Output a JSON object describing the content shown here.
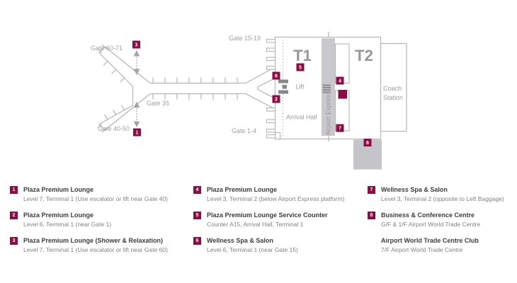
{
  "map": {
    "gates": {
      "gate_60_71": "Gate 60-71",
      "gate_40_50": "Gate 40-50",
      "gate_35": "Gate 35",
      "gate_15_19": "Gate 15-19",
      "gate_1_4": "Gate 1-4"
    },
    "terminals": {
      "t1": "T1",
      "t2": "T2"
    },
    "labels": {
      "lift": "Lift",
      "arrival_hall": "Arrival Hall",
      "airport_express": "Airport Express",
      "coach_line1": "Coach",
      "coach_line2": "Station"
    },
    "markers": {
      "m1": "1",
      "m2": "2",
      "m3": "3",
      "m4": "4",
      "m5": "5",
      "m6": "6",
      "m7": "7",
      "m8": "8"
    }
  },
  "legend": {
    "columns": [
      {
        "items": [
          {
            "num": "1",
            "title": "Plaza Premium Lounge",
            "desc": "Level 7, Terminal 1 (Use escalator or lift near Gate 40)"
          },
          {
            "num": "2",
            "title": "Plaza Premium Lounge",
            "desc": "Level 6, Terminal 1 (near Gate 1)"
          },
          {
            "num": "3",
            "title": "Plaza Premium Lounge (Shower & Relaxation)",
            "desc": "Level 7, Terminal 1 (Use escalator or lift near Gate 60)"
          }
        ]
      },
      {
        "items": [
          {
            "num": "4",
            "title": "Plaza Premium Lounge",
            "desc": "Level 3, Terminal 2 (below Airport Express platform)"
          },
          {
            "num": "5",
            "title": "Plaza Premium Lounge Service Counter",
            "desc": "Counter A15, Arrival Hall, Terminal 1"
          },
          {
            "num": "6",
            "title": "Wellness Spa & Salon",
            "desc": "Level 6, Terminal 1 (near Gate 15)"
          }
        ]
      },
      {
        "items": [
          {
            "num": "7",
            "title": "Wellness Spa & Salon",
            "desc": "Level 3, Terminal 2 (opposite to Left Baggage)"
          },
          {
            "num": "8",
            "title": "Business & Conference Centre",
            "desc": "G/F & 1/F Airport World Trade Centre"
          },
          {
            "num": "",
            "title": "Airport World Trade Centre Club",
            "desc": "7/F Airport World Trade Centre"
          }
        ]
      }
    ]
  },
  "colors": {
    "marker_maroon": "#8e0c44",
    "outline_gray": "#b4b4b8",
    "band_gray": "#c9c9cd",
    "building_block_gray": "#c5c5c9",
    "icon_dark_gray": "#87878b",
    "label_gray": "#9b9b9f"
  }
}
